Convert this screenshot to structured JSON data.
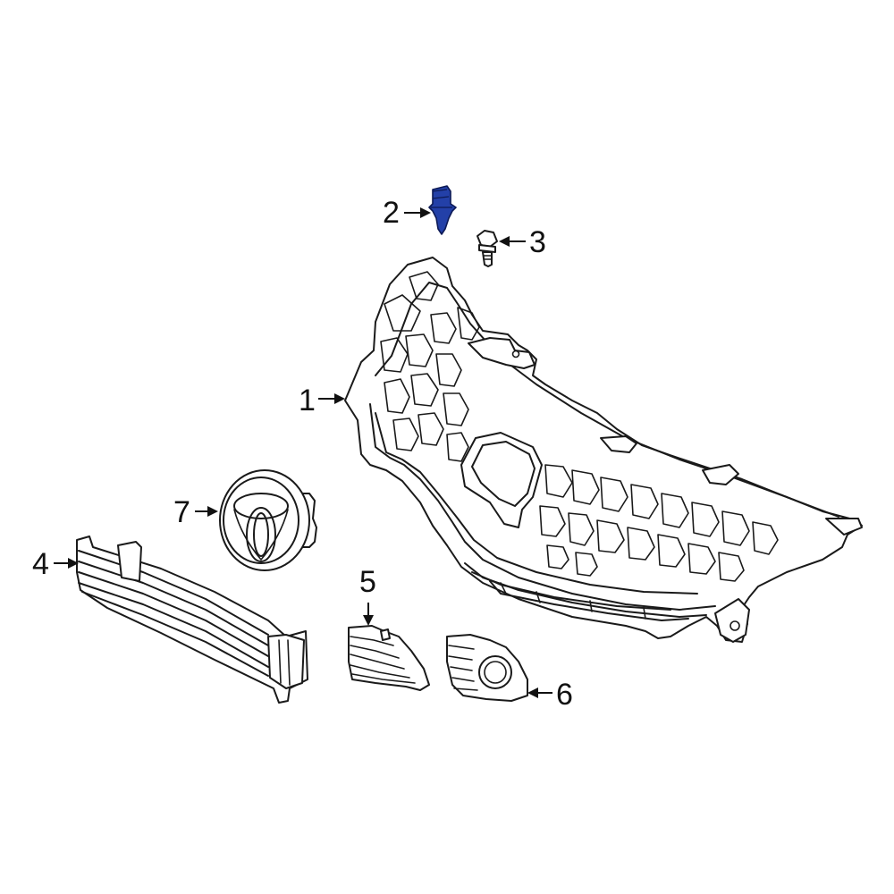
{
  "callouts": [
    {
      "id": "1",
      "label": "1"
    },
    {
      "id": "2",
      "label": "2"
    },
    {
      "id": "3",
      "label": "3"
    },
    {
      "id": "4",
      "label": "4"
    },
    {
      "id": "5",
      "label": "5"
    },
    {
      "id": "6",
      "label": "6"
    },
    {
      "id": "7",
      "label": "7"
    }
  ],
  "colors": {
    "line": "#1a1a1a",
    "highlight_part": "#2340a8",
    "background": "#ffffff"
  }
}
